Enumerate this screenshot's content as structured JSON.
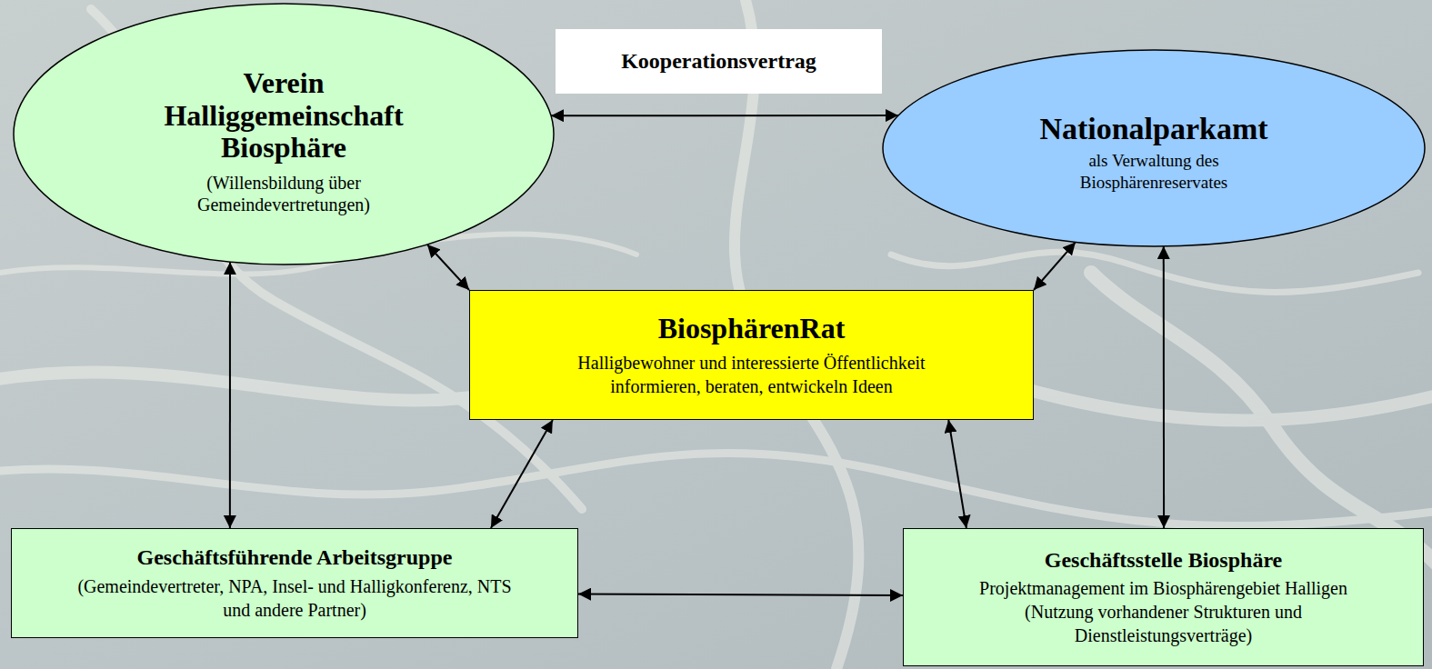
{
  "diagram": {
    "nodes": [
      {
        "text": [
          "Verein Halliggemeinschaft Biosphäre",
          "(Willensbildung über Gemeindevertretungen)"
        ]
      },
      {
        "text": [
          "Nationalparkamt",
          "als Verwaltung des Biosphärenreservates"
        ]
      },
      {
        "text": [
          "BiosphärenRat",
          "Halligbewohner und interessierte Öffentlichkeit informieren, beraten, entwickeln Ideen"
        ]
      },
      {
        "text": [
          "Geschäftsführende Arbeitsgruppe",
          "(Gemeindevertreter, NPA, Insel- und Halligkonferenz, NTS und andere Partner)"
        ]
      },
      {
        "text": [
          "Geschäftsstelle Biosphäre",
          "Projektmanagement im Biosphärengebiet Halligen",
          "(Nutzung vorhandener Strukturen und Dienstleistungsverträge)"
        ]
      }
    ],
    "edges": [
      {
        "from": 0,
        "to": 1,
        "label": "Kooperationsvertrag",
        "arrow": "both"
      },
      {
        "from": 0,
        "to": 2,
        "arrow": "both"
      },
      {
        "from": 1,
        "to": 2,
        "arrow": "both"
      },
      {
        "from": 0,
        "to": 3,
        "arrow": "both"
      },
      {
        "from": 1,
        "to": 4,
        "arrow": "both"
      },
      {
        "from": 2,
        "to": 3,
        "arrow": "both"
      },
      {
        "from": 2,
        "to": 4,
        "arrow": "both"
      },
      {
        "from": 3,
        "to": 4,
        "arrow": "both"
      }
    ]
  }
}
